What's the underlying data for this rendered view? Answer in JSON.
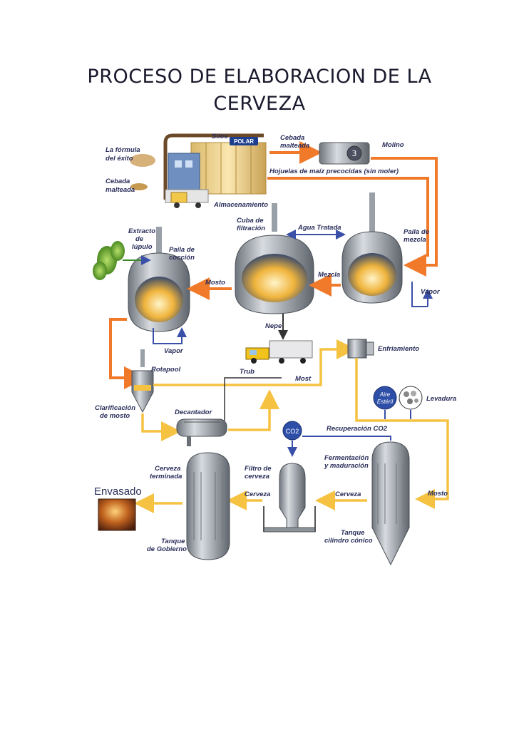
{
  "title_line1": "PROCESO DE ELABORACION DE LA",
  "title_line2": "CERVEZA",
  "brand": "POLAR",
  "labels": {
    "formula1": "La fórmula",
    "formula2": "del éxito",
    "cebada_left1": "Cebada",
    "cebada_left2": "malteada",
    "silos": "Silos",
    "cebada_top1": "Cebada",
    "cebada_top2": "malteada",
    "molino": "Molino",
    "hojuelas": "Hojuelas de maíz precocidas (sin moler)",
    "almacenamiento": "Almacenamiento",
    "extracto1": "Extracto",
    "extracto2": "de",
    "extracto3": "lúpulo",
    "paila_coccion1": "Paila de",
    "paila_coccion2": "cocción",
    "cuba1": "Cuba de",
    "cuba2": "filtración",
    "agua": "Agua Tratada",
    "paila_mezcla1": "Paila de",
    "paila_mezcla2": "mezcla",
    "mosto1": "Mosto",
    "mezcla": "Mezcla",
    "vapor1": "Vapor",
    "vapor2": "Vapor",
    "nepe": "Nepe",
    "trub": "Trub",
    "enfriamiento": "Enfriamiento",
    "rotapool": "Rotapool",
    "most": "Most",
    "clarificacion1": "Clarificación",
    "clarificacion2": "de mosto",
    "decantador": "Decantador",
    "aire1": "Aire",
    "aire2": "Estéril",
    "levadura": "Levadura",
    "co2": "CO2",
    "recuperacion": "Recuperación CO2",
    "fermentacion1": "Fermentación",
    "fermentacion2": "y maduración",
    "cerveza_term1": "Cerveza",
    "cerveza_term2": "terminada",
    "filtro1": "Filtro de",
    "filtro2": "cerveza",
    "cerveza1": "Cerveza",
    "cerveza2": "Cerveza",
    "mosto2": "Mosto",
    "envasado": "Envasado",
    "tanque_gob1": "Tanque",
    "tanque_gob2": "de Gobierno",
    "tanque_cil1": "Tanque",
    "tanque_cil2": "cilindro cónico"
  },
  "colors": {
    "orange": "#f07a2a",
    "yellow": "#f5c242",
    "blue": "#3a4fa8",
    "steel": "#8d939b",
    "text": "#2a2e5a"
  }
}
